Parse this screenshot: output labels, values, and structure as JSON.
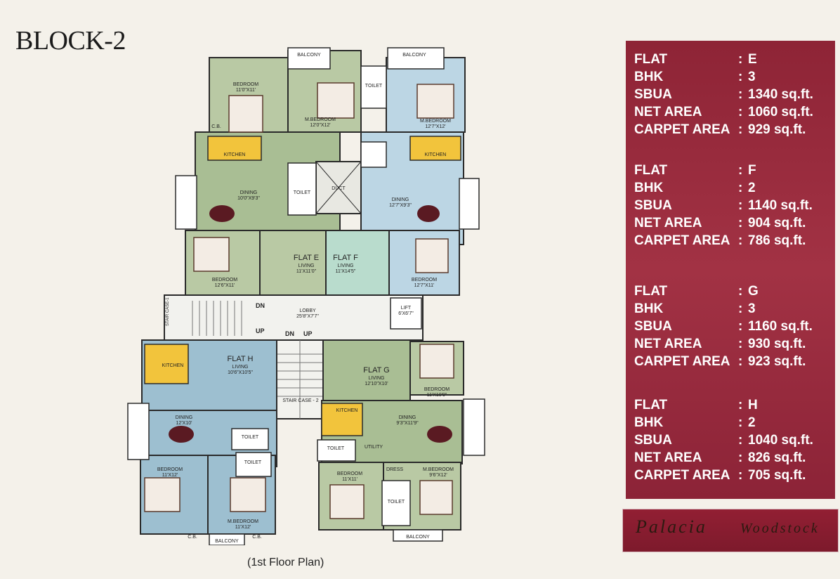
{
  "title": "BLOCK-2",
  "caption": "(1st Floor Plan)",
  "flats": [
    {
      "flat_label": "FLAT",
      "flat": "E",
      "bhk_label": "BHK",
      "bhk": "3",
      "sbua_label": "SBUA",
      "sbua": "1340 sq.ft.",
      "net_label": "NET AREA",
      "net_area": "1060 sq.ft.",
      "carpet_label": "CARPET AREA",
      "carpet_area": "929 sq.ft."
    },
    {
      "flat_label": "FLAT",
      "flat": "F",
      "bhk_label": "BHK",
      "bhk": "2",
      "sbua_label": "SBUA",
      "sbua": "1140 sq.ft.",
      "net_label": "NET AREA",
      "net_area": "904 sq.ft.",
      "carpet_label": "CARPET AREA",
      "carpet_area": "786 sq.ft."
    },
    {
      "flat_label": "FLAT",
      "flat": "G",
      "bhk_label": "BHK",
      "bhk": "3",
      "sbua_label": "SBUA",
      "sbua": "1160 sq.ft.",
      "net_label": "NET AREA",
      "net_area": "930 sq.ft.",
      "carpet_label": "CARPET AREA",
      "carpet_area": "923 sq.ft."
    },
    {
      "flat_label": "FLAT",
      "flat": "H",
      "bhk_label": "BHK",
      "bhk": "2",
      "sbua_label": "SBUA",
      "sbua": "1040 sq.ft.",
      "net_label": "NET AREA",
      "net_area": "826 sq.ft.",
      "carpet_label": "CARPET AREA",
      "carpet_area": "705 sq.ft."
    }
  ],
  "brand": {
    "name_left": "Palacia",
    "name_right": "Woodstock"
  },
  "plan": {
    "flat_e": "FLAT E",
    "flat_f": "FLAT F",
    "flat_g": "FLAT G",
    "flat_h": "FLAT H",
    "living": "LIVING",
    "bedroom": "BEDROOM",
    "mbedroom": "M.BEDROOM",
    "kitchen": "KITCHEN",
    "dining": "DINING",
    "toilet": "TOILET",
    "balcony": "BALCONY",
    "duct": "DUCT",
    "lobby": "LOBBY",
    "lift": "LIFT",
    "stair1": "STAIR CASE-1",
    "stair2": "STAIR CASE - 2",
    "dn": "DN",
    "up": "UP",
    "utility": "UTILITY",
    "dress": "DRESS",
    "cb": "C.B.",
    "e_living_dim": "11'X11'0\"",
    "f_living_dim": "11'X14'5\"",
    "h_living_dim": "10'6\"X10'5\"",
    "g_living_dim": "12'10\"X10'",
    "e_bed1_dim": "11'0\"X11'",
    "e_mbed_dim": "12'0\"X12'",
    "f_mbed_dim": "12'7\"X12'",
    "e_dining_dim": "10'0\"X9'3\"",
    "f_dining_dim": "12'7\"X9'3\"",
    "e_bed2_dim": "12'6\"X11'",
    "f_bed_dim": "12'7\"X11'",
    "lobby_dim": "25'8\"X7'7\"",
    "lift_dim": "6'X6'7\"",
    "h_dining_dim": "12'X10'",
    "h_bed_dim": "11'X12'",
    "h_mbed_dim": "11'X12'",
    "g_dining_dim": "9'3\"X11'9\"",
    "g_bed1_dim": "11'X10'9\"",
    "g_bed2_dim": "11'X11'",
    "g_mbed_dim": "9'6\"X12'"
  }
}
